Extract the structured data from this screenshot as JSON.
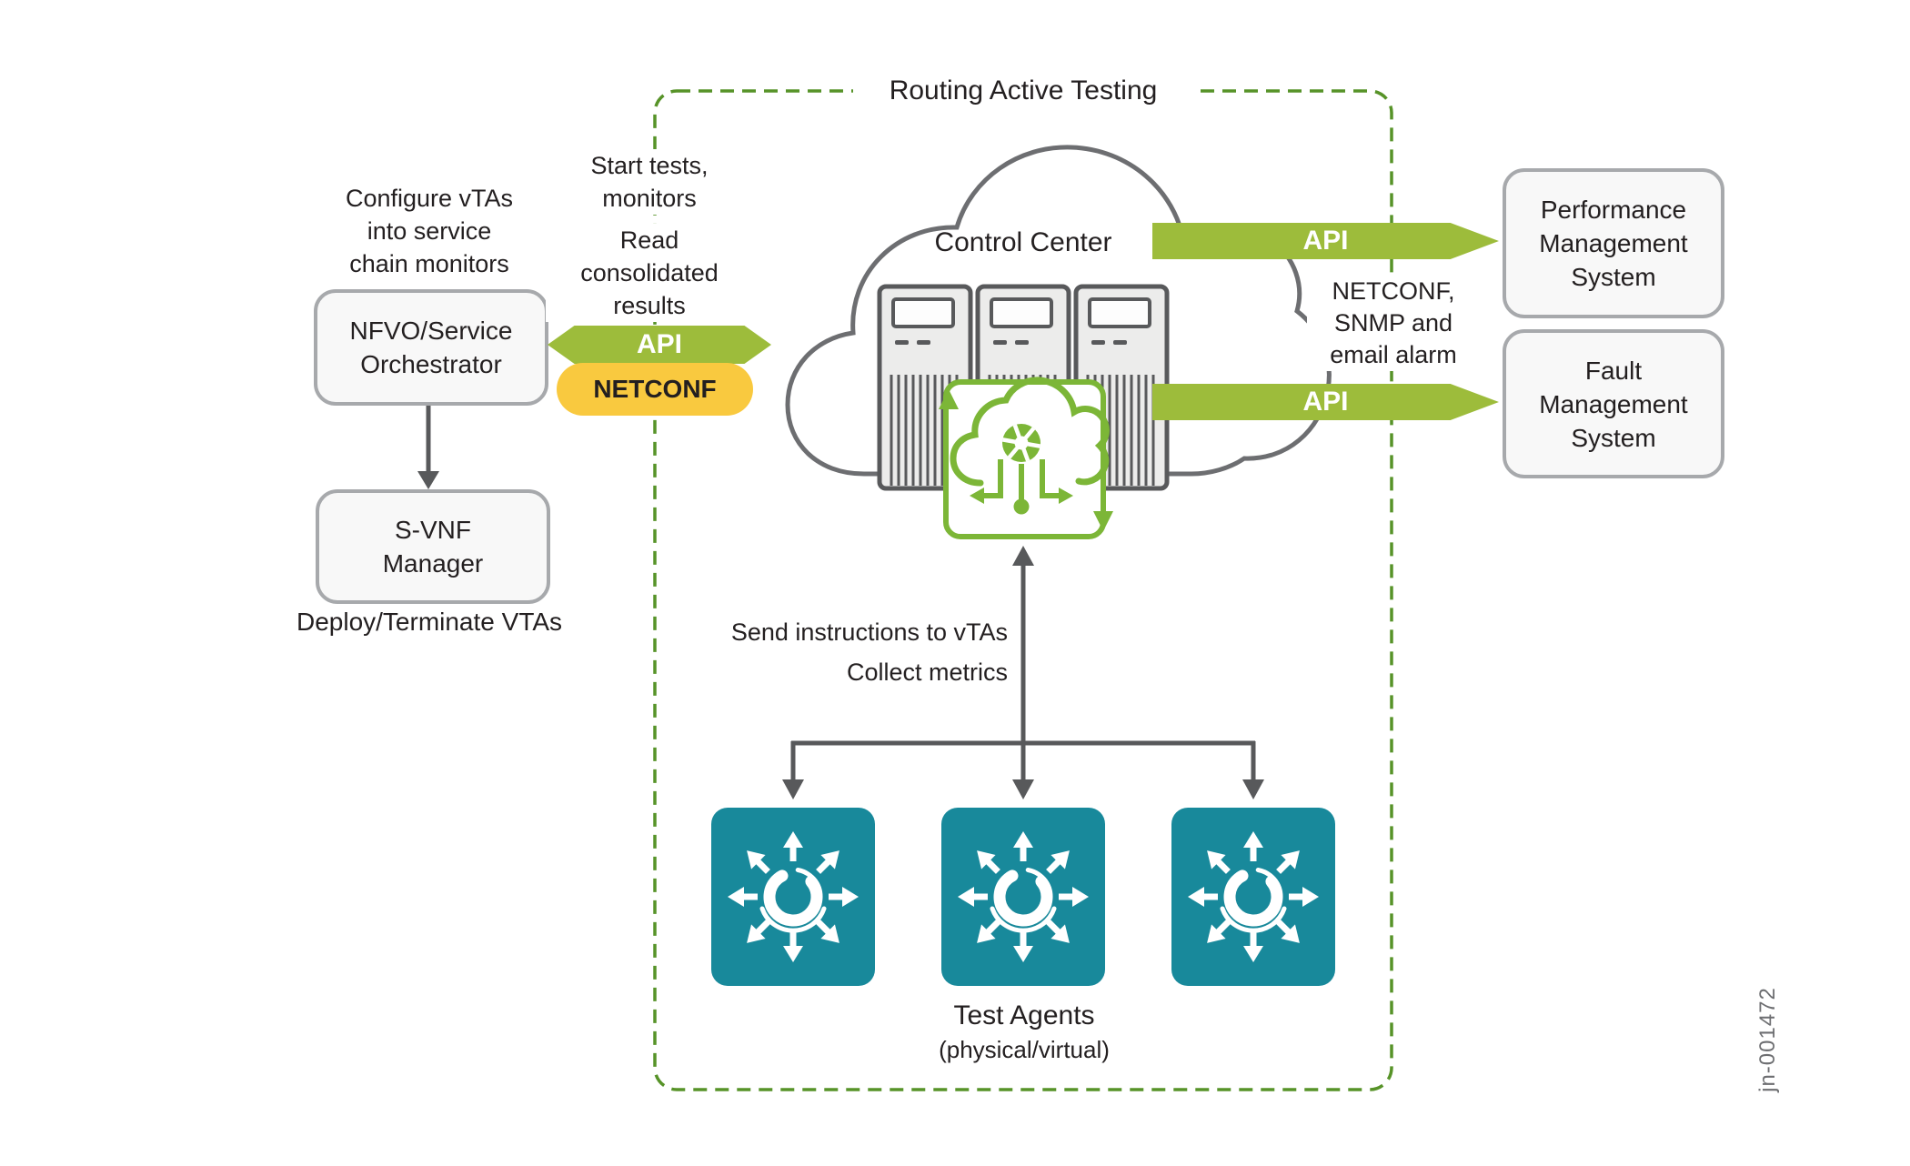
{
  "title": "Routing Active Testing",
  "figure_id": "jn-001472",
  "colors": {
    "dash_green": "#579328",
    "arrow_green": "#9dbc3b",
    "icon_green": "#7cb637",
    "netconf_yellow": "#f9c93f",
    "agent_teal": "#18899b",
    "line_gray": "#58595b",
    "cloud_gray": "#6d6e71",
    "box_border": "#a7a9ac",
    "box_fill": "#f8f8f8",
    "server_fill": "#ececeb",
    "text_dark": "#231f20"
  },
  "orchestration": {
    "configure_note": "Configure vTAs\ninto service\nchain monitors",
    "nfvo_box": "NFVO/Service\nOrchestrator",
    "svnf_box": "S-VNF\nManager",
    "deploy_note": "Deploy/Terminate VTAs"
  },
  "northbound": {
    "start_note": "Start tests,\nmonitors",
    "read_note": "Read\nconsolidated\nresults",
    "api_label": "API",
    "netconf_label": "NETCONF"
  },
  "control_center": {
    "label": "Control Center"
  },
  "eastbound": {
    "api_top_label": "API",
    "api_bottom_label": "API",
    "protocol_note": "NETCONF,\nSNMP and\nemail alarm",
    "performance_box": "Performance\nManagement\nSystem",
    "fault_box": "Fault\nManagement\nSystem"
  },
  "southbound": {
    "send_note": "Send instructions to vTAs",
    "collect_note": "Collect metrics",
    "agents_label": "Test Agents",
    "agents_sub_label": "(physical/virtual)"
  }
}
